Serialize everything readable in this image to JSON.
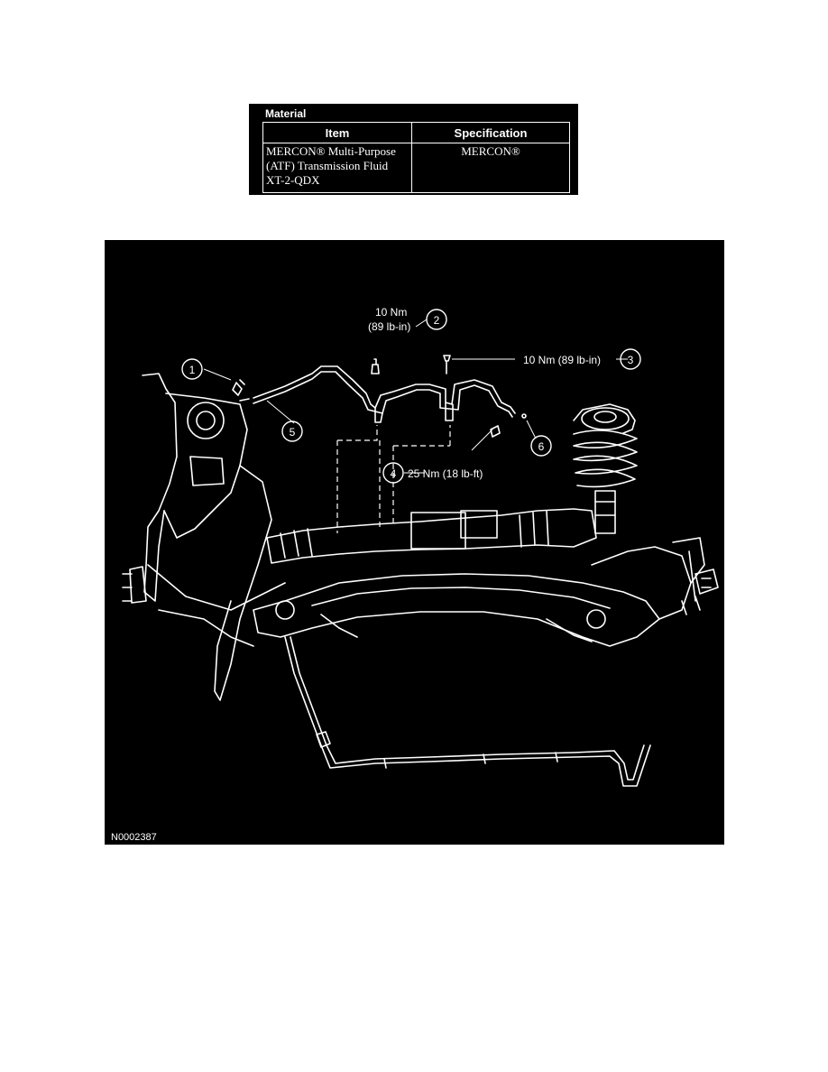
{
  "material": {
    "title": "Material",
    "headers": [
      "Item",
      "Specification"
    ],
    "row": {
      "item_line1": "MERCON® Multi-Purpose",
      "item_line2": "(ATF) Transmission Fluid",
      "item_line3": "XT-2-QDX",
      "specification": "MERCON®"
    }
  },
  "figure": {
    "id": "N0002387",
    "callouts": [
      {
        "number": "1"
      },
      {
        "number": "2",
        "torque_line1": "10 Nm",
        "torque_line2": "(89 lb-in)"
      },
      {
        "number": "3",
        "torque": "10 Nm (89 lb-in)"
      },
      {
        "number": "4",
        "torque": "25 Nm (18 lb-ft)"
      },
      {
        "number": "5"
      },
      {
        "number": "6"
      }
    ]
  }
}
